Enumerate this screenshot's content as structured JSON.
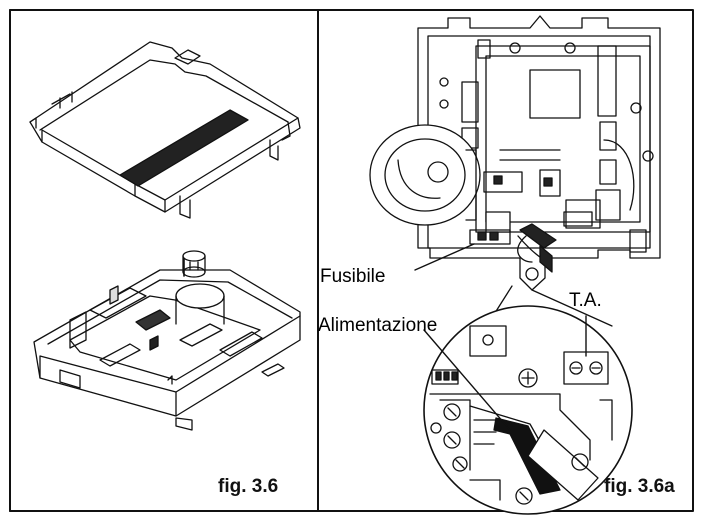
{
  "left_panel": {
    "caption": "fig. 3.6"
  },
  "right_panel": {
    "caption": "fig. 3.6a",
    "callouts": {
      "fuse": "Fusibile",
      "power": "Alimentazione",
      "ct": "T.A."
    }
  }
}
